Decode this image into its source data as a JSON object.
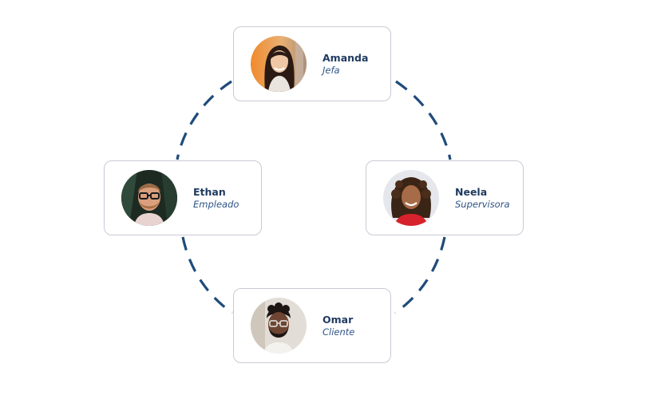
{
  "colors": {
    "connector": "#1f4b7a",
    "card_border": "#c9cad6",
    "name_text": "#1f3a5f",
    "role_text": "#2f5487"
  },
  "nodes": [
    {
      "id": "amanda",
      "name": "Amanda",
      "role": "Jefa",
      "avatar": "woman-portrait-photo"
    },
    {
      "id": "ethan",
      "name": "Ethan",
      "role": "Empleado",
      "avatar": "man-with-glasses-portrait-photo"
    },
    {
      "id": "neela",
      "name": "Neela",
      "role": "Supervisora",
      "avatar": "woman-curly-hair-portrait-photo"
    },
    {
      "id": "omar",
      "name": "Omar",
      "role": "Cliente",
      "avatar": "man-with-glasses-beard-portrait-photo"
    }
  ]
}
